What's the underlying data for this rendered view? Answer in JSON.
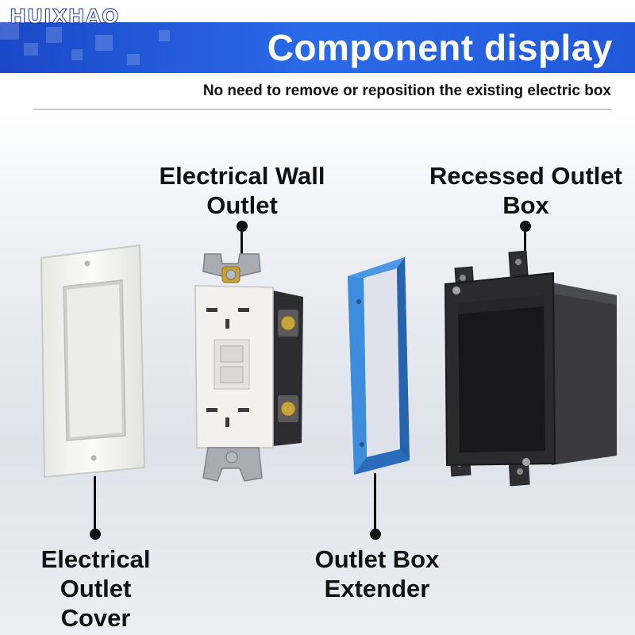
{
  "brand": "HUIXHAO",
  "header": {
    "title": "Component display",
    "subtitle": "No need to remove or reposition the existing electric box"
  },
  "labels": {
    "wall_outlet_line1": "Electrical Wall",
    "wall_outlet_line2": "Outlet",
    "recessed_box_line1": "Recessed Outlet",
    "recessed_box_line2": "Box",
    "outlet_cover_line1": "Electrical Outlet",
    "outlet_cover_line2": "Cover",
    "box_extender_line1": "Outlet Box",
    "box_extender_line2": "Extender"
  },
  "colors": {
    "banner_blue": "#1f5ad8",
    "extender_blue": "#3a86d6",
    "box_black": "#2b2b2e",
    "cover_white": "#f7f7f5"
  }
}
